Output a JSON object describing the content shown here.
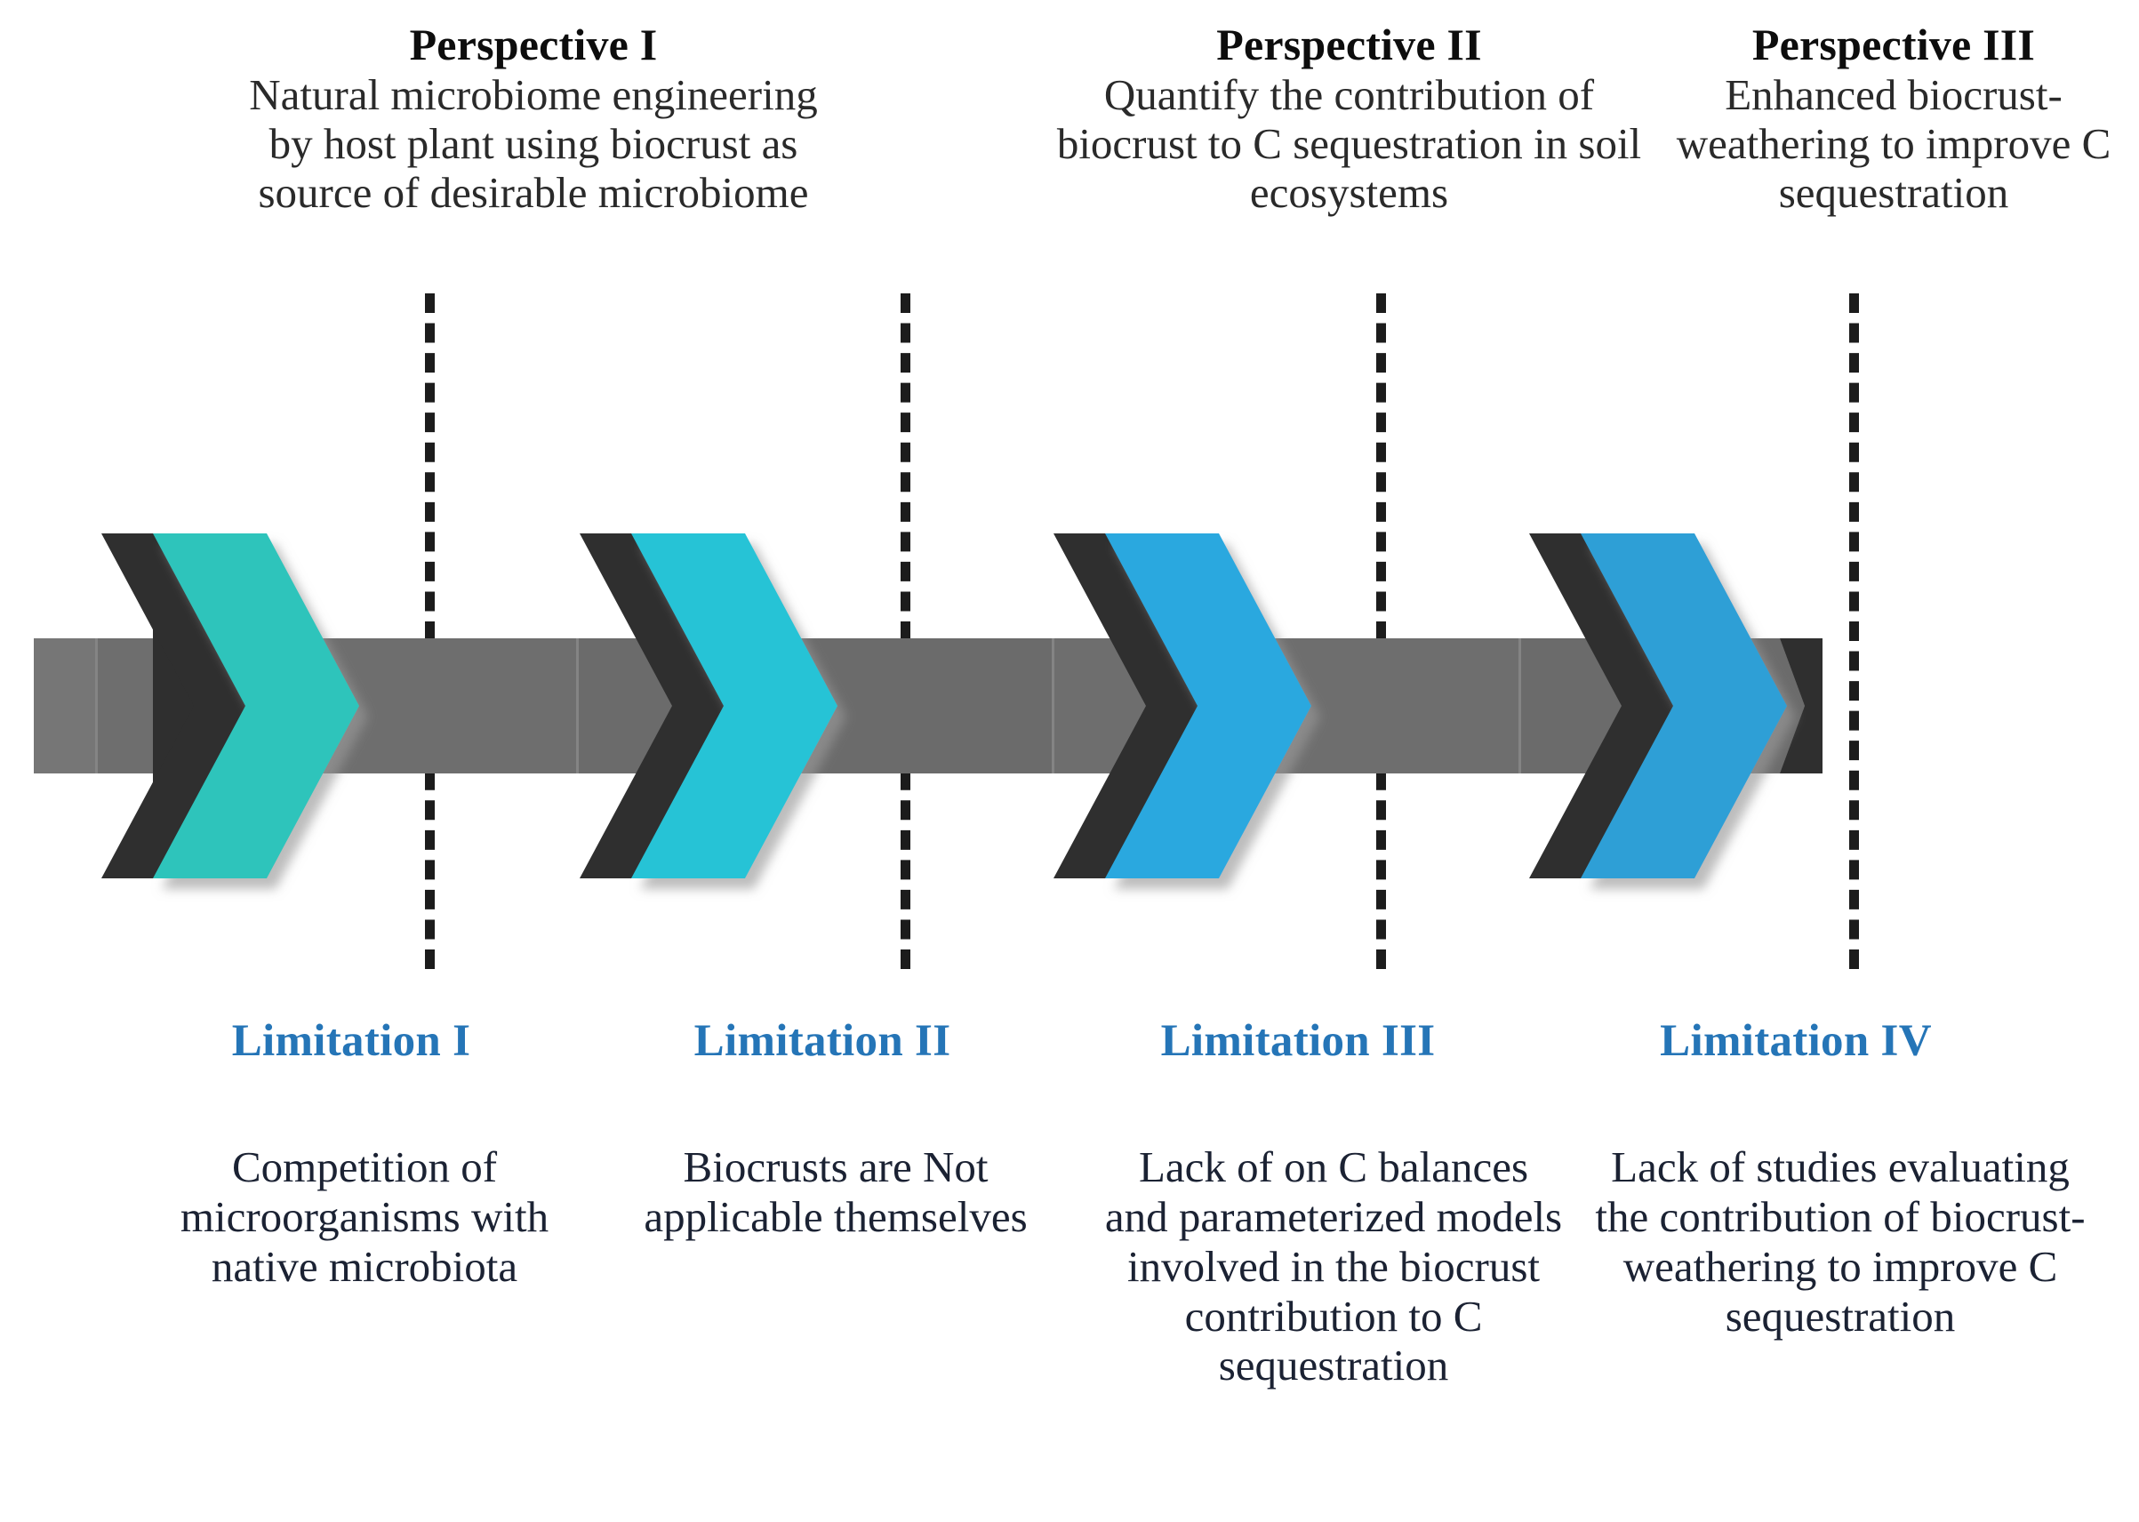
{
  "figure": {
    "type": "process-timeline-diagram",
    "colors": {
      "band_gray": "#6b6b6b",
      "band_gray_light": "#747474",
      "chevron_shadow_dark": "#2f2f2f",
      "limitation_label_blue": "#2575b7",
      "body_text": "#1b2233",
      "heading_text": "#0d0d0d",
      "dash_line": "#1c1c1c",
      "chevron_1": "#2ec4bb",
      "chevron_2": "#28c3d6",
      "chevron_3": "#29a8df",
      "chevron_4": "#2e9fd6"
    }
  },
  "perspectives": [
    {
      "id": "perspective-1",
      "title": "Perspective I",
      "body": "Natural microbiome engineering by host plant using biocrust as source of desirable microbiome"
    },
    {
      "id": "perspective-2",
      "title": "Perspective II",
      "body": "Quantify the contribution of biocrust to C sequestration in soil ecosystems"
    },
    {
      "id": "perspective-3",
      "title": "Perspective III",
      "body": "Enhanced biocrust-weathering to improve C sequestration"
    }
  ],
  "limitations": [
    {
      "id": "limitation-1",
      "label": "Limitation I",
      "body": "Competition of microorganisms with native microbiota"
    },
    {
      "id": "limitation-2",
      "label": "Limitation II",
      "body": "Biocrusts are Not applicable themselves"
    },
    {
      "id": "limitation-3",
      "label": "Limitation III",
      "body": "Lack of on C balances and parameterized models involved in the biocrust contribution to C sequestration"
    },
    {
      "id": "limitation-4",
      "label": "Limitation IV",
      "body": "Lack of studies evaluating the contribution of biocrust-weathering to improve C sequestration"
    }
  ],
  "chevrons": [
    {
      "id": "chevron-stage-1",
      "color": "#2ec4bb",
      "order": 1
    },
    {
      "id": "chevron-stage-2",
      "color": "#28c3d6",
      "order": 2
    },
    {
      "id": "chevron-stage-3",
      "color": "#29a8df",
      "order": 3
    },
    {
      "id": "chevron-stage-4",
      "color": "#2e9fd6",
      "order": 4
    }
  ],
  "divider_lines": [
    {
      "id": "divider-1"
    },
    {
      "id": "divider-2"
    },
    {
      "id": "divider-3"
    },
    {
      "id": "divider-4"
    }
  ]
}
